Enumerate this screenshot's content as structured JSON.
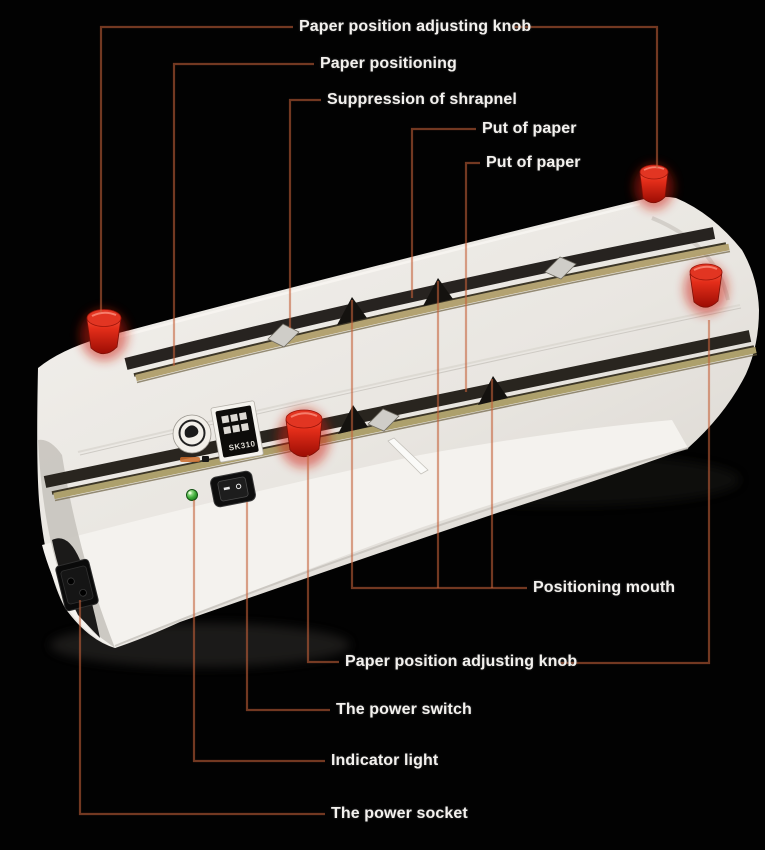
{
  "callouts": [
    {
      "label": "Paper position adjusting knob"
    },
    {
      "label": "Paper positioning"
    },
    {
      "label": "Suppression of shrapnel"
    },
    {
      "label": "Put of paper"
    },
    {
      "label": "Put of paper"
    },
    {
      "label": "Positioning mouth"
    },
    {
      "label": "Paper position adjusting knob"
    },
    {
      "label": "The power switch"
    },
    {
      "label": "Indicator light"
    },
    {
      "label": "The power socket"
    }
  ],
  "machine": {
    "sticker_model": "SK310",
    "colors": {
      "background": "#020202",
      "body": "#ece9e4",
      "front_face": "#f4f2ee",
      "knob_red": "#e42e1a",
      "rail_gold": "#b3a271",
      "led_green": "#3fae3a",
      "leader_line": "#c3633a",
      "label_text": "#f3f1ee"
    }
  }
}
